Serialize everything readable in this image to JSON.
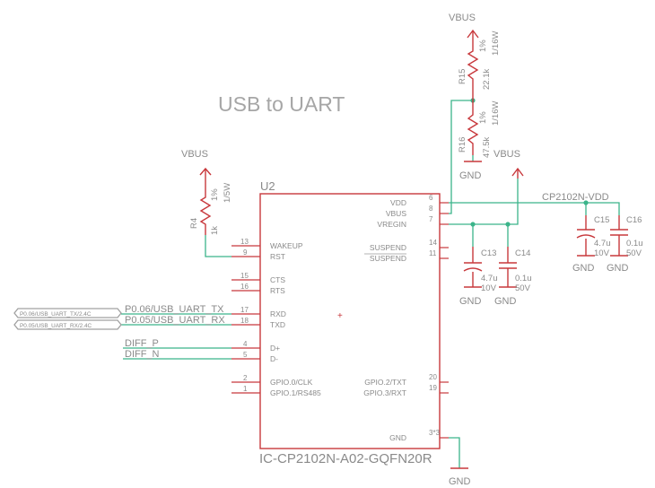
{
  "title": "USB to UART",
  "chip": {
    "ref": "U2",
    "part": "IC-CP2102N-A02-GQFN20R",
    "left_pins": [
      {
        "num": "13",
        "name": "WAKEUP"
      },
      {
        "num": "9",
        "name": "RST"
      },
      {
        "num": "15",
        "name": "CTS"
      },
      {
        "num": "16",
        "name": "RTS"
      },
      {
        "num": "17",
        "name": "RXD"
      },
      {
        "num": "18",
        "name": "TXD"
      },
      {
        "num": "4",
        "name": "D+"
      },
      {
        "num": "5",
        "name": "D-"
      },
      {
        "num": "2",
        "name": "GPIO.0/CLK"
      },
      {
        "num": "1",
        "name": "GPIO.1/RS485"
      }
    ],
    "right_pins": [
      {
        "num": "6",
        "name": "VDD"
      },
      {
        "num": "8",
        "name": "VBUS"
      },
      {
        "num": "7",
        "name": "VREGIN"
      },
      {
        "num": "14",
        "name": "SUSPEND"
      },
      {
        "num": "11",
        "name": "SUSPEND"
      },
      {
        "num": "20",
        "name": "GPIO.2/TXT"
      },
      {
        "num": "19",
        "name": "GPIO.3/RXT"
      },
      {
        "num": "3*3",
        "name": "GND"
      }
    ]
  },
  "supplies": {
    "vbus": "VBUS",
    "gnd": "GND"
  },
  "resistors": [
    {
      "ref": "R4",
      "tol": "1%",
      "power": "1/5W",
      "value": "1k"
    },
    {
      "ref": "R15",
      "tol": "1%",
      "power": "1/16W",
      "value": "22.1k"
    },
    {
      "ref": "R16",
      "tol": "1%",
      "power": "1/16W",
      "value": "47.5k"
    }
  ],
  "capacitors": [
    {
      "ref": "C13",
      "value": "4.7u",
      "voltage": "10V"
    },
    {
      "ref": "C14",
      "value": "0.1u",
      "voltage": "50V"
    },
    {
      "ref": "C15",
      "value": "4.7u",
      "voltage": "10V"
    },
    {
      "ref": "C16",
      "value": "0.1u",
      "voltage": "50V"
    }
  ],
  "nets": {
    "vdd": "CP2102N-VDD",
    "rx": "P0.06/USB_UART_TX",
    "tx": "P0.05/USB_UART_RX",
    "diff_p": "DIFF_P",
    "diff_n": "DIFF_N"
  },
  "ports": {
    "tx_port": "P0.06/USB_UART_TX/2.4C",
    "rx_port": "P0.05/USB_UART_RX/2.4C"
  }
}
